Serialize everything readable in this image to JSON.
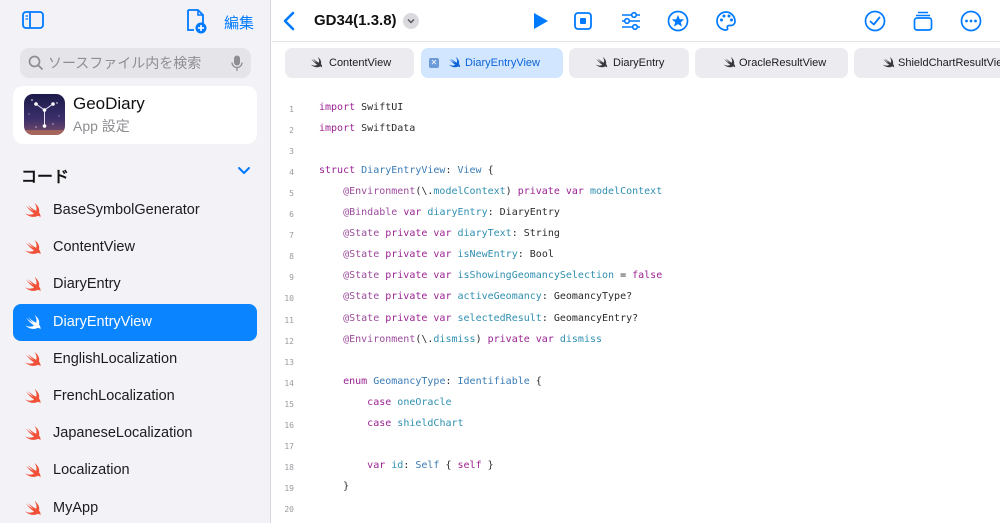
{
  "sidebar": {
    "edit_label": "編集",
    "search_placeholder": "ソースファイル内を検索",
    "app": {
      "name": "GeoDiary",
      "subtitle": "App 設定"
    },
    "section_title": "コード",
    "files": [
      {
        "label": "BaseSymbolGenerator",
        "selected": false
      },
      {
        "label": "ContentView",
        "selected": false
      },
      {
        "label": "DiaryEntry",
        "selected": false
      },
      {
        "label": "DiaryEntryView",
        "selected": true
      },
      {
        "label": "EnglishLocalization",
        "selected": false
      },
      {
        "label": "FrenchLocalization",
        "selected": false
      },
      {
        "label": "JapaneseLocalization",
        "selected": false
      },
      {
        "label": "Localization",
        "selected": false
      },
      {
        "label": "MyApp",
        "selected": false
      }
    ]
  },
  "toolbar": {
    "project_title": "GD34(1.3.8)",
    "icons": [
      "play-icon",
      "stop-icon",
      "sliders-icon",
      "star-icon",
      "palette-icon",
      "checkmark-icon",
      "windows-icon",
      "more-icon"
    ]
  },
  "tabs": [
    {
      "label": "ContentView",
      "active": false
    },
    {
      "label": "DiaryEntryView",
      "active": true
    },
    {
      "label": "DiaryEntry",
      "active": false
    },
    {
      "label": "OracleResultView",
      "active": false
    },
    {
      "label": "ShieldChartResultView",
      "active": false
    }
  ],
  "code_lines": [
    {
      "n": "1",
      "tokens": [
        [
          "kw",
          "import"
        ],
        [
          "t",
          " SwiftUI"
        ]
      ]
    },
    {
      "n": "2",
      "tokens": [
        [
          "kw",
          "import"
        ],
        [
          "t",
          " SwiftData"
        ]
      ]
    },
    {
      "n": "3",
      "tokens": []
    },
    {
      "n": "4",
      "tokens": [
        [
          "kw",
          "struct"
        ],
        [
          "t",
          " "
        ],
        [
          "ty",
          "DiaryEntryView"
        ],
        [
          "t",
          ": "
        ],
        [
          "ty",
          "View"
        ],
        [
          "t",
          " {"
        ]
      ]
    },
    {
      "n": "5",
      "tokens": [
        [
          "t",
          "    "
        ],
        [
          "attr",
          "@Environment"
        ],
        [
          "t",
          "(\\."
        ],
        [
          "id",
          "modelContext"
        ],
        [
          "t",
          ") "
        ],
        [
          "kw",
          "private var"
        ],
        [
          "t",
          " "
        ],
        [
          "id",
          "modelContext"
        ]
      ]
    },
    {
      "n": "6",
      "tokens": [
        [
          "t",
          "    "
        ],
        [
          "attr",
          "@Bindable"
        ],
        [
          "t",
          " "
        ],
        [
          "kw",
          "var"
        ],
        [
          "t",
          " "
        ],
        [
          "id",
          "diaryEntry"
        ],
        [
          "t",
          ": DiaryEntry"
        ]
      ]
    },
    {
      "n": "7",
      "tokens": [
        [
          "t",
          "    "
        ],
        [
          "attr",
          "@State"
        ],
        [
          "t",
          " "
        ],
        [
          "kw",
          "private var"
        ],
        [
          "t",
          " "
        ],
        [
          "id",
          "diaryText"
        ],
        [
          "t",
          ": String"
        ]
      ]
    },
    {
      "n": "8",
      "tokens": [
        [
          "t",
          "    "
        ],
        [
          "attr",
          "@State"
        ],
        [
          "t",
          " "
        ],
        [
          "kw",
          "private var"
        ],
        [
          "t",
          " "
        ],
        [
          "id",
          "isNewEntry"
        ],
        [
          "t",
          ": Bool"
        ]
      ]
    },
    {
      "n": "9",
      "tokens": [
        [
          "t",
          "    "
        ],
        [
          "attr",
          "@State"
        ],
        [
          "t",
          " "
        ],
        [
          "kw",
          "private var"
        ],
        [
          "t",
          " "
        ],
        [
          "id",
          "isShowingGeomancySelection"
        ],
        [
          "t",
          " = "
        ],
        [
          "kw",
          "false"
        ]
      ]
    },
    {
      "n": "10",
      "tokens": [
        [
          "t",
          "    "
        ],
        [
          "attr",
          "@State"
        ],
        [
          "t",
          " "
        ],
        [
          "kw",
          "private var"
        ],
        [
          "t",
          " "
        ],
        [
          "id",
          "activeGeomancy"
        ],
        [
          "t",
          ": GeomancyType?"
        ]
      ]
    },
    {
      "n": "11",
      "tokens": [
        [
          "t",
          "    "
        ],
        [
          "attr",
          "@State"
        ],
        [
          "t",
          " "
        ],
        [
          "kw",
          "private var"
        ],
        [
          "t",
          " "
        ],
        [
          "id",
          "selectedResult"
        ],
        [
          "t",
          ": GeomancyEntry?"
        ]
      ]
    },
    {
      "n": "12",
      "tokens": [
        [
          "t",
          "    "
        ],
        [
          "attr",
          "@Environment"
        ],
        [
          "t",
          "(\\."
        ],
        [
          "id",
          "dismiss"
        ],
        [
          "t",
          ") "
        ],
        [
          "kw",
          "private var"
        ],
        [
          "t",
          " "
        ],
        [
          "id",
          "dismiss"
        ]
      ]
    },
    {
      "n": "13",
      "tokens": []
    },
    {
      "n": "14",
      "tokens": [
        [
          "t",
          "    "
        ],
        [
          "kw",
          "enum"
        ],
        [
          "t",
          " "
        ],
        [
          "ty",
          "GeomancyType"
        ],
        [
          "t",
          ": "
        ],
        [
          "ty",
          "Identifiable"
        ],
        [
          "t",
          " {"
        ]
      ]
    },
    {
      "n": "15",
      "tokens": [
        [
          "t",
          "        "
        ],
        [
          "kw",
          "case"
        ],
        [
          "t",
          " "
        ],
        [
          "id",
          "oneOracle"
        ]
      ]
    },
    {
      "n": "16",
      "tokens": [
        [
          "t",
          "        "
        ],
        [
          "kw",
          "case"
        ],
        [
          "t",
          " "
        ],
        [
          "id",
          "shieldChart"
        ]
      ]
    },
    {
      "n": "17",
      "tokens": []
    },
    {
      "n": "18",
      "tokens": [
        [
          "t",
          "        "
        ],
        [
          "kw",
          "var"
        ],
        [
          "t",
          " "
        ],
        [
          "id",
          "id"
        ],
        [
          "t",
          ": "
        ],
        [
          "ty",
          "Self"
        ],
        [
          "t",
          " { "
        ],
        [
          "kw",
          "self"
        ],
        [
          "t",
          " }"
        ]
      ]
    },
    {
      "n": "19",
      "tokens": [
        [
          "t",
          "    }"
        ]
      ]
    },
    {
      "n": "20",
      "tokens": []
    }
  ],
  "colors": {
    "accent": "#007aff",
    "selected_row": "#0a84ff",
    "swift_orange": "#f05138",
    "keyword": "#9b2393",
    "type": "#3a7bb5",
    "identifier": "#2f8fb0",
    "attribute": "#9b4a9b"
  }
}
